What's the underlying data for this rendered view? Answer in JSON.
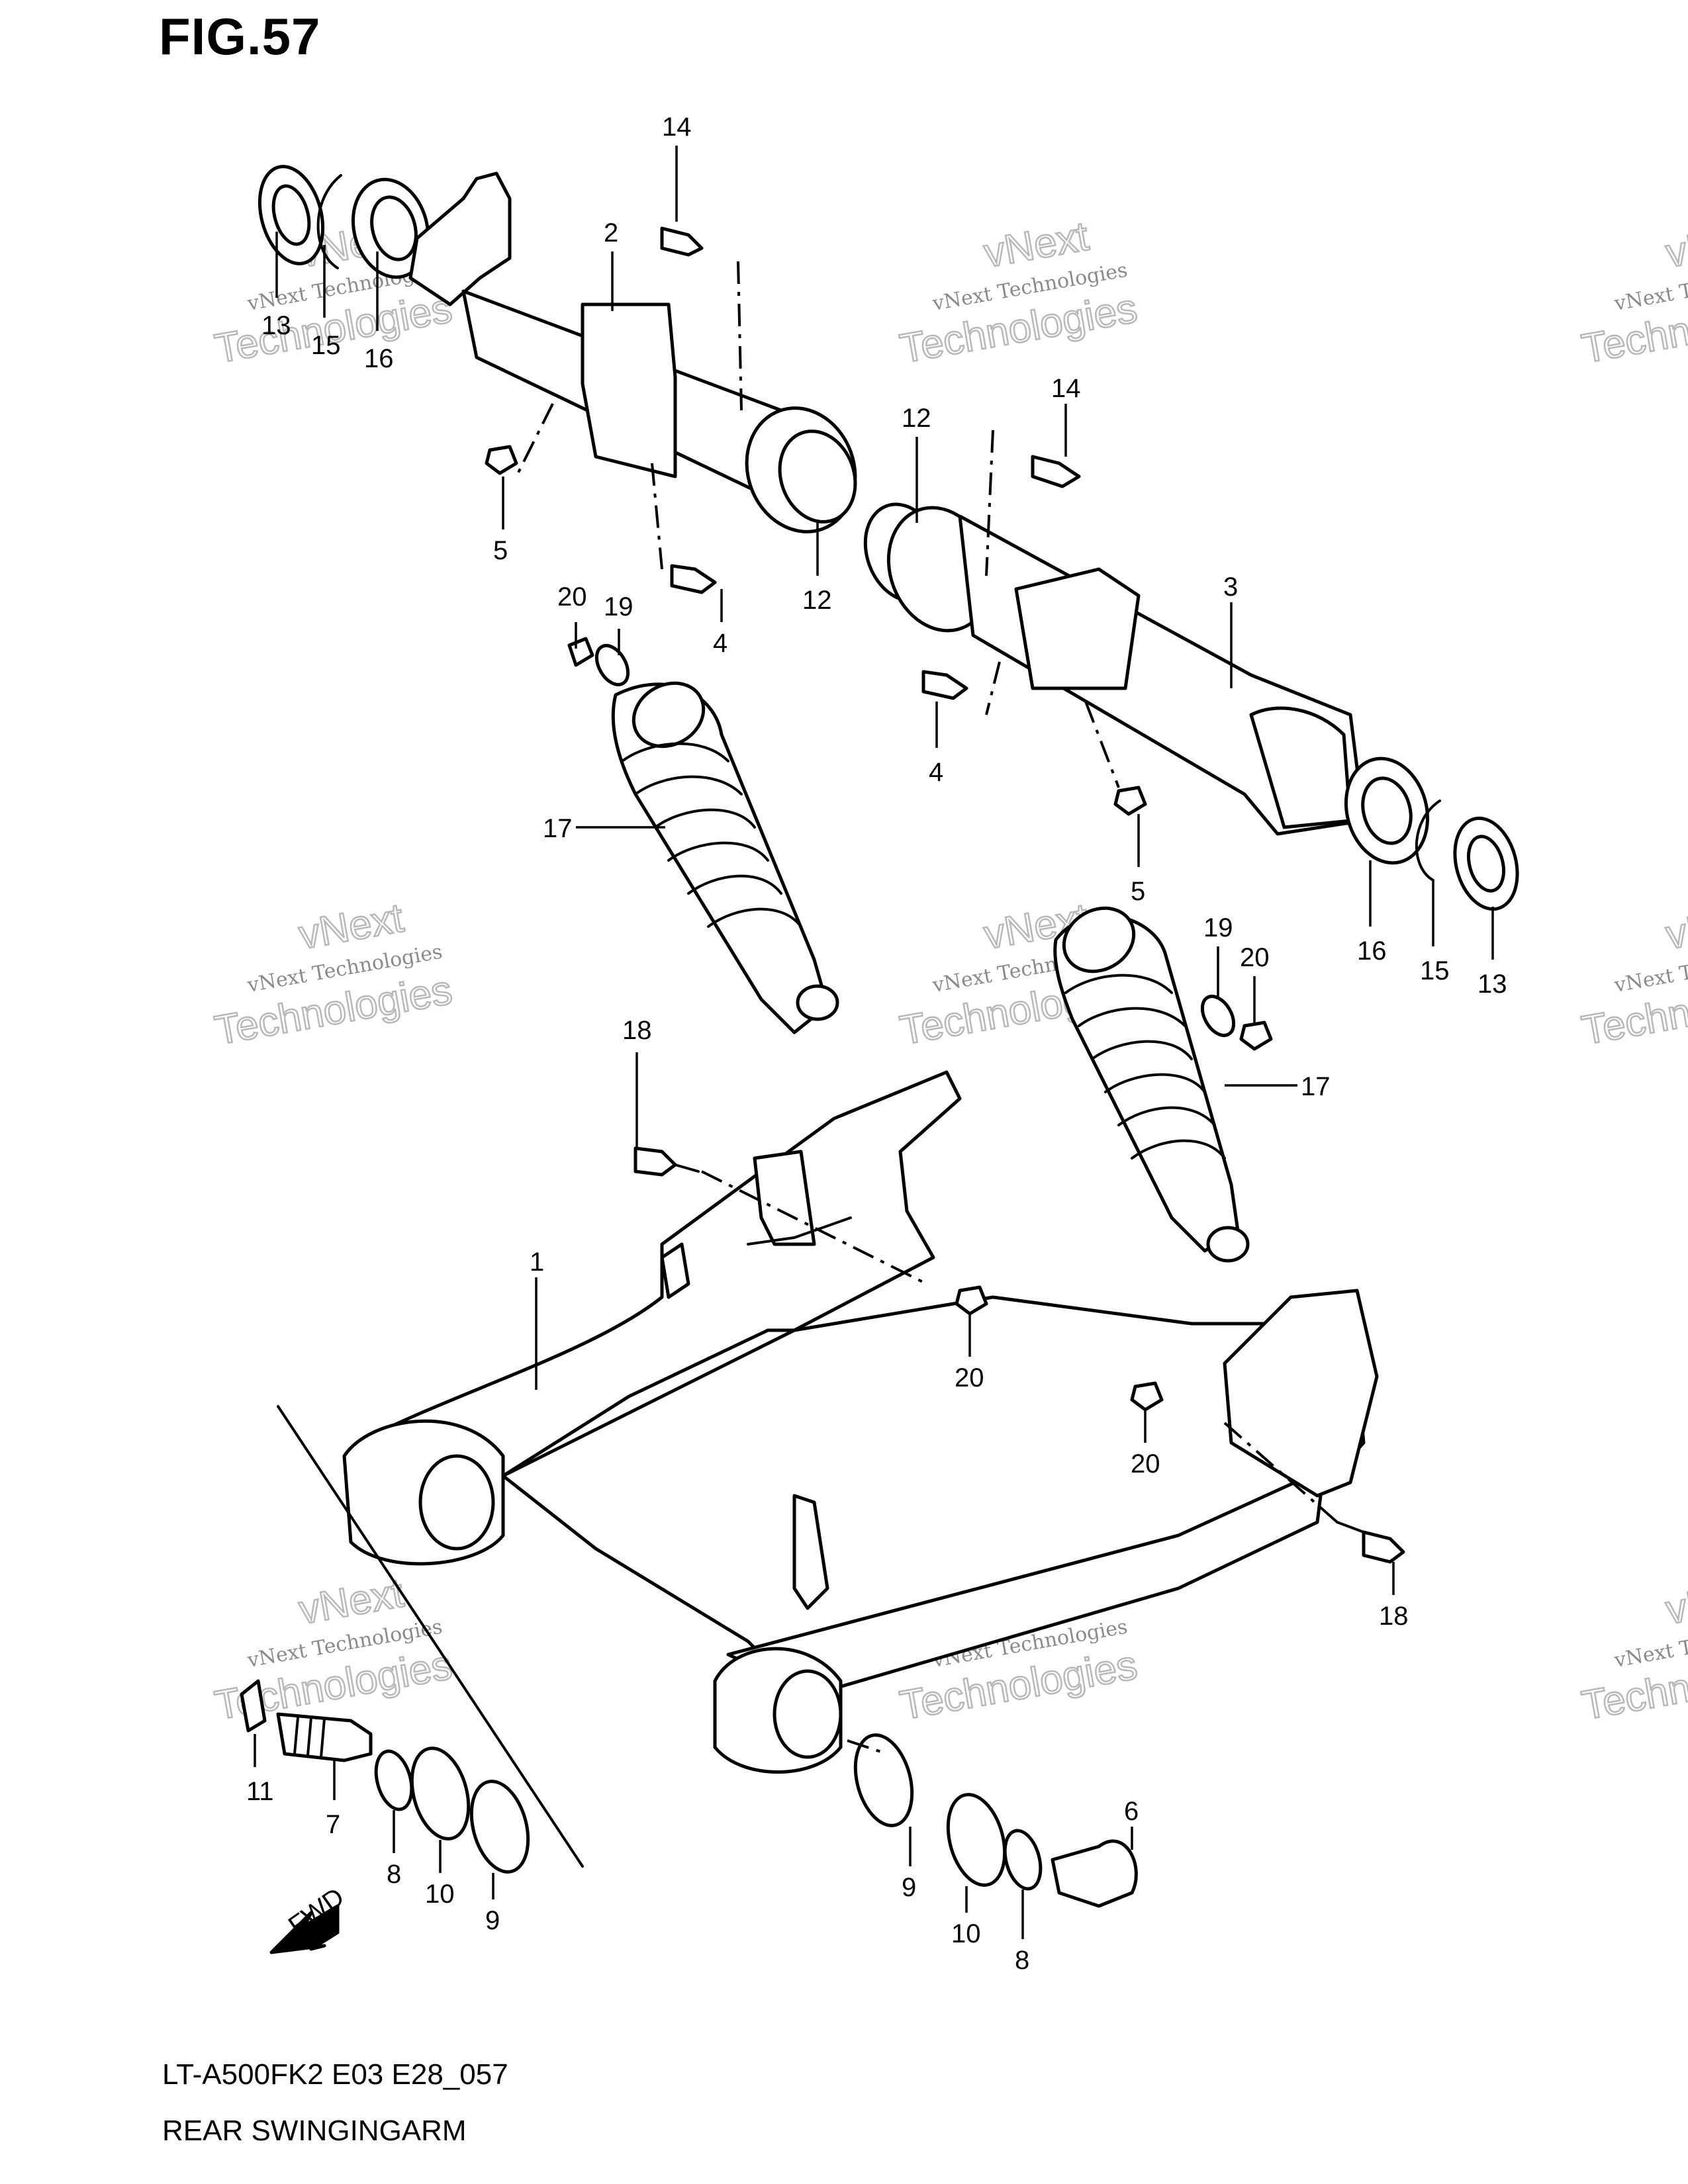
{
  "figure": {
    "title": "FIG.57",
    "model_code": "LT-A500FK2 E03 E28_057",
    "name": "REAR SWINGINGARM"
  },
  "fwd_label": "FWD",
  "watermark": {
    "brand": "vNext",
    "line1": "vNext Technologies",
    "line2": "Technologies"
  },
  "callouts": [
    {
      "id": "c14a",
      "label": "14"
    },
    {
      "id": "c2",
      "label": "2"
    },
    {
      "id": "c13a",
      "label": "13"
    },
    {
      "id": "c15a",
      "label": "15"
    },
    {
      "id": "c16a",
      "label": "16"
    },
    {
      "id": "c5a",
      "label": "5"
    },
    {
      "id": "c12a",
      "label": "12"
    },
    {
      "id": "c4a",
      "label": "4"
    },
    {
      "id": "c12b",
      "label": "12"
    },
    {
      "id": "c14b",
      "label": "14"
    },
    {
      "id": "c3",
      "label": "3"
    },
    {
      "id": "c4b",
      "label": "4"
    },
    {
      "id": "c5b",
      "label": "5"
    },
    {
      "id": "c16b",
      "label": "16"
    },
    {
      "id": "c15b",
      "label": "15"
    },
    {
      "id": "c13b",
      "label": "13"
    },
    {
      "id": "c20a",
      "label": "20"
    },
    {
      "id": "c19a",
      "label": "19"
    },
    {
      "id": "c17a",
      "label": "17"
    },
    {
      "id": "c19b",
      "label": "19"
    },
    {
      "id": "c20b",
      "label": "20"
    },
    {
      "id": "c17b",
      "label": "17"
    },
    {
      "id": "c18a",
      "label": "18"
    },
    {
      "id": "c1",
      "label": "1"
    },
    {
      "id": "c20c",
      "label": "20"
    },
    {
      "id": "c20d",
      "label": "20"
    },
    {
      "id": "c18b",
      "label": "18"
    },
    {
      "id": "c11",
      "label": "11"
    },
    {
      "id": "c7",
      "label": "7"
    },
    {
      "id": "c8a",
      "label": "8"
    },
    {
      "id": "c10a",
      "label": "10"
    },
    {
      "id": "c9a",
      "label": "9"
    },
    {
      "id": "c9b",
      "label": "9"
    },
    {
      "id": "c10b",
      "label": "10"
    },
    {
      "id": "c8b",
      "label": "8"
    },
    {
      "id": "c6",
      "label": "6"
    }
  ]
}
